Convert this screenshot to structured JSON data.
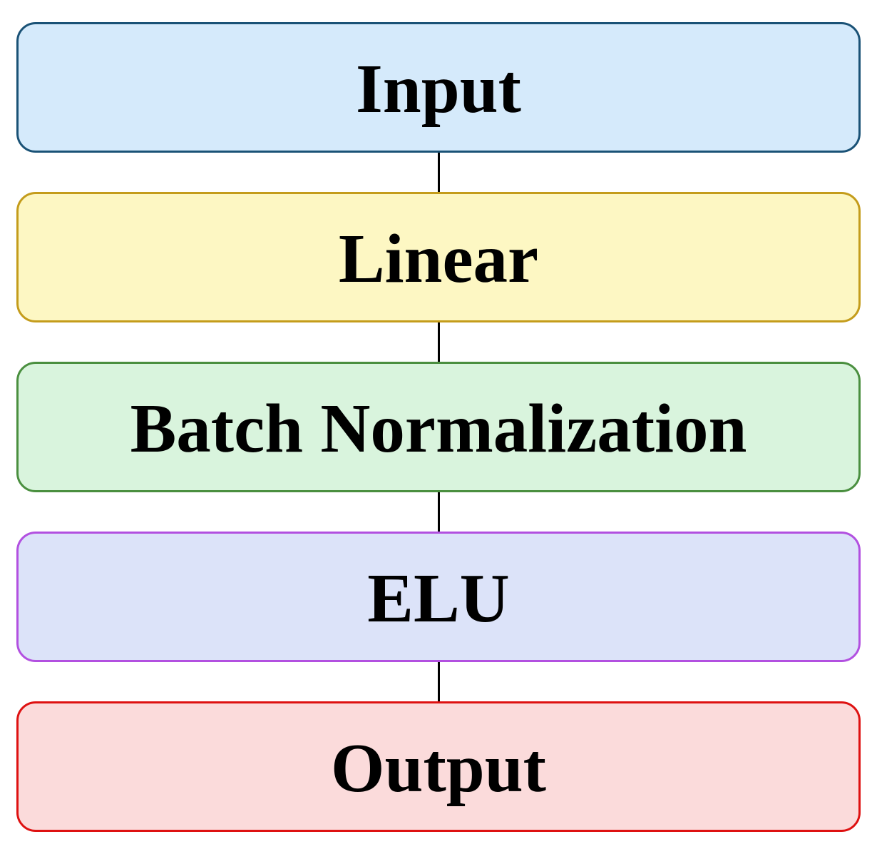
{
  "diagram": {
    "description": "Neural network layer block diagram, vertical flow",
    "connector_color": "#000000",
    "text_color": "#000000",
    "nodes": [
      {
        "label": "Input",
        "fill": "#d5eafb",
        "border": "#1a5276"
      },
      {
        "label": "Linear",
        "fill": "#fdf7c3",
        "border": "#c49c1b"
      },
      {
        "label": "Batch Normalization",
        "fill": "#d9f4dd",
        "border": "#4a8f3f"
      },
      {
        "label": "ELU",
        "fill": "#dce3f9",
        "border": "#b250e0"
      },
      {
        "label": "Output",
        "fill": "#fbdbdb",
        "border": "#de1111"
      }
    ]
  }
}
